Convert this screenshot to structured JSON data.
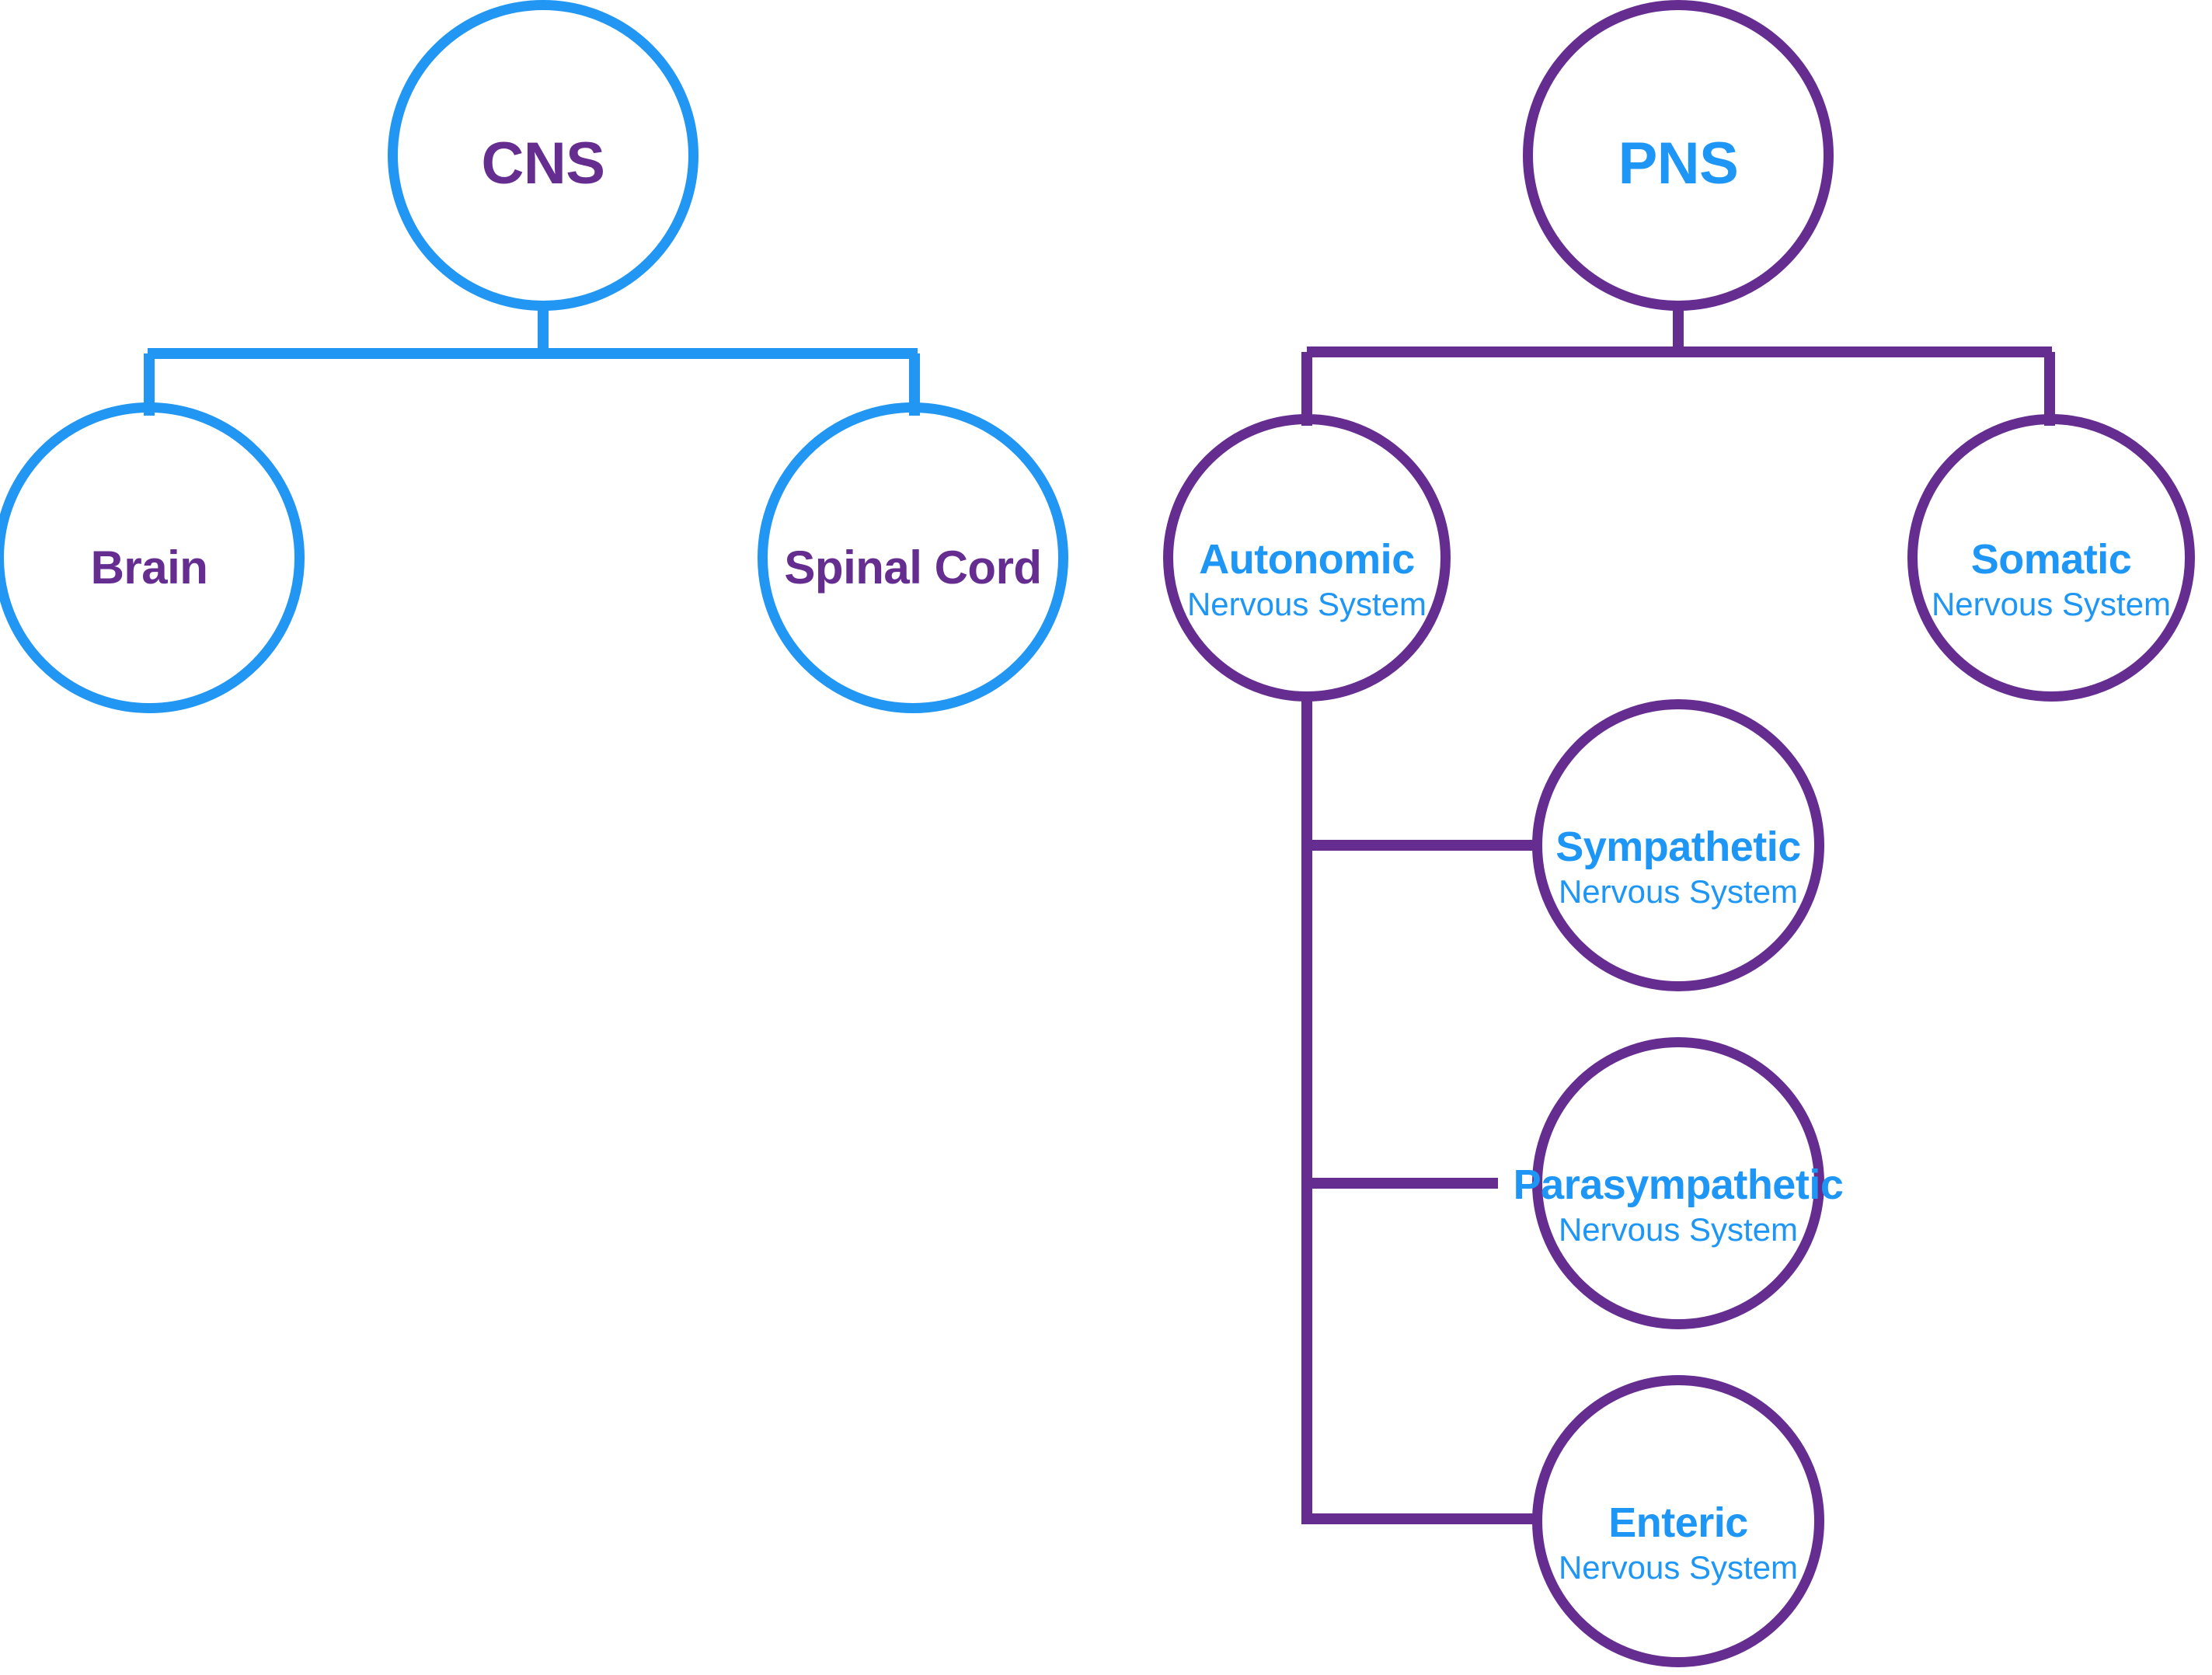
{
  "diagram": {
    "title": "Nervous System Organization",
    "type": "hierarchy-tree",
    "colors": {
      "blue": "#2196f3",
      "purple": "#662d91",
      "text_blue": "#1e96f5",
      "text_purple": "#662d91",
      "background": "#ffffff"
    }
  },
  "cns_tree": {
    "root": {
      "title": "CNS",
      "subtitle": "",
      "ring_color": "#2196f3",
      "text_color": "#662d91"
    },
    "children": [
      {
        "title": "Brain",
        "subtitle": "",
        "ring_color": "#2196f3",
        "text_color": "#662d91"
      },
      {
        "title": "Spinal Cord",
        "subtitle": "",
        "ring_color": "#2196f3",
        "text_color": "#662d91"
      }
    ]
  },
  "pns_tree": {
    "root": {
      "title": "PNS",
      "subtitle": "",
      "ring_color": "#662d91",
      "text_color": "#1e96f5"
    },
    "children": [
      {
        "title": "Autonomic",
        "subtitle": "Nervous System",
        "ring_color": "#662d91",
        "text_color": "#1e96f5"
      },
      {
        "title": "Somatic",
        "subtitle": "Nervous System",
        "ring_color": "#662d91",
        "text_color": "#1e96f5"
      }
    ],
    "autonomic_children": [
      {
        "title": "Sympathetic",
        "subtitle": "Nervous System",
        "ring_color": "#662d91",
        "text_color": "#1e96f5"
      },
      {
        "title": "Parasympathetic",
        "subtitle": "Nervous System",
        "ring_color": "#662d91",
        "text_color": "#1e96f5"
      },
      {
        "title": "Enteric",
        "subtitle": "Nervous System",
        "ring_color": "#662d91",
        "text_color": "#1e96f5"
      }
    ]
  }
}
